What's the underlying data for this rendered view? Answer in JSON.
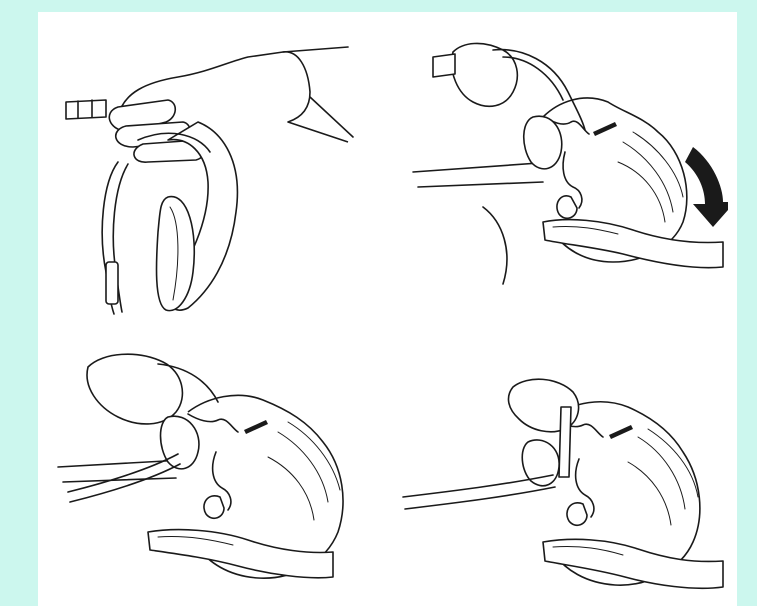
{
  "colors": {
    "page_background": "#ccf7ee",
    "sheet_background": "#ffffff",
    "line": "#1a1a1a"
  },
  "panels": [
    {
      "id": "step-1",
      "depicts": "gloved-hand-holding-laryngeal-mask-airway"
    },
    {
      "id": "step-2",
      "depicts": "insertion-with-head-tilt-arrow"
    },
    {
      "id": "step-3",
      "depicts": "advancing-mask-along-palate"
    },
    {
      "id": "step-4",
      "depicts": "mask-seated-in-position"
    }
  ],
  "icons": [
    "glove-hand-icon",
    "airway-device-icon",
    "head-tilt-arrow-icon",
    "patient-head-icon"
  ]
}
